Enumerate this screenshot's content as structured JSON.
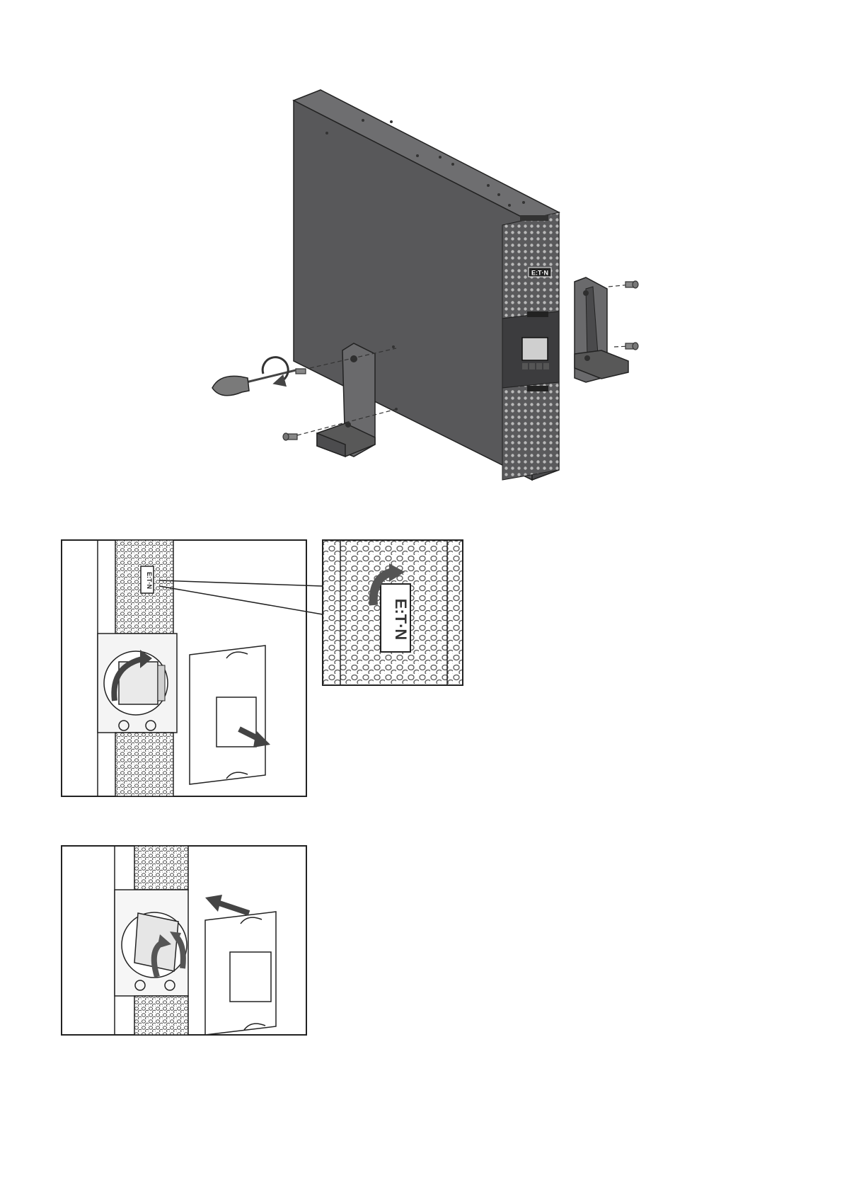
{
  "figure_1": {
    "brand_logo": "E:T·N",
    "icons": [
      "screwdriver-icon",
      "rotate-arrow-icon",
      "screw-icon",
      "bracket-icon"
    ]
  },
  "figure_2": {
    "brand_logo": "E:T·N",
    "icons": [
      "rotate-arrow-icon",
      "remove-arrow-icon",
      "zoom-callout"
    ]
  },
  "figure_3": {
    "icons": [
      "insert-arrow-icon",
      "rotate-arrow-icon"
    ]
  },
  "colors": {
    "ups_body": "#58585a",
    "ups_top": "#6e6e70",
    "ups_front": "#4a4a4c",
    "line": "#222222",
    "grille_dot": "#9a9a9a"
  }
}
